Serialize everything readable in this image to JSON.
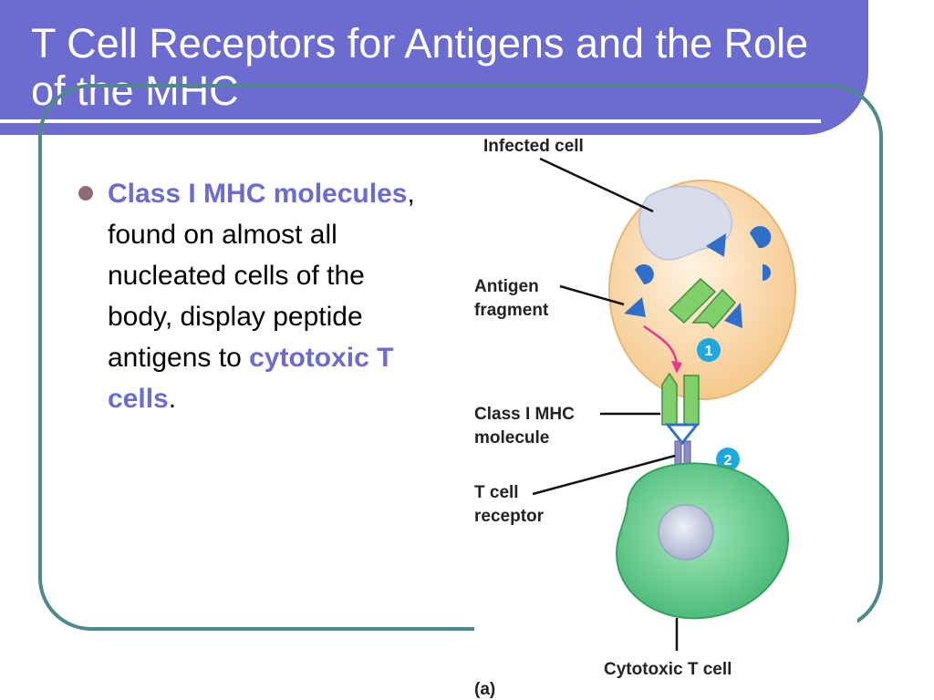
{
  "slide": {
    "title": "T Cell Receptors for Antigens and the Role of the MHC",
    "bullet": {
      "term": "Class I MHC molecules",
      "text_1": ", found on almost all nucleated cells of the body, display peptide antigens to ",
      "term_2": "cytotoxic T cells",
      "text_2": "."
    }
  },
  "figure": {
    "labels": {
      "infected_cell": "Infected cell",
      "antigen_line1": "Antigen",
      "antigen_line2": "fragment",
      "mhc_line1": "Class I MHC",
      "mhc_line2": "molecule",
      "tcr_line1": "T cell",
      "tcr_line2": "receptor",
      "cytotoxic": "Cytotoxic T cell",
      "panel": "(a)"
    },
    "steps": [
      "1",
      "2"
    ]
  },
  "colors": {
    "title_bar": "#6b6bd0",
    "frame": "#4f8a8b",
    "infected_cell": "#f7d3a4",
    "t_cell": "#6ccf95",
    "antigen": "#2f6fc7",
    "mhc": "#7fcf6a",
    "tcr": "#8c8cc8",
    "step_badge": "#1fa7e0",
    "arrow": "#e8378f"
  }
}
